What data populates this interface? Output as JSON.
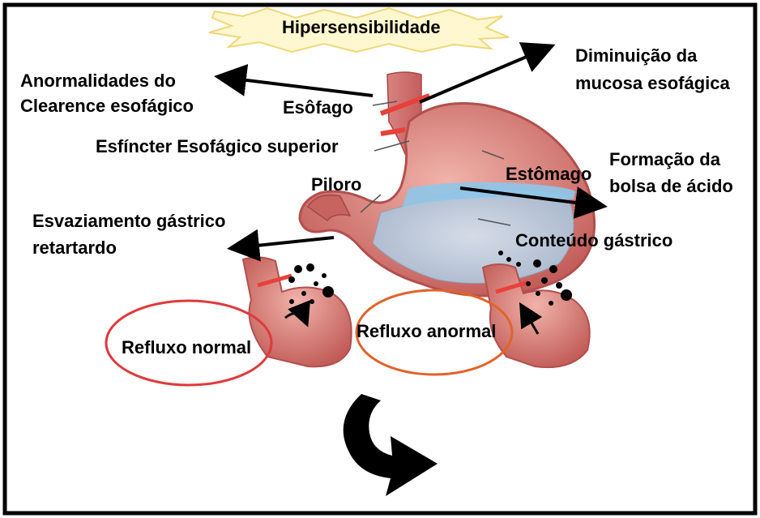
{
  "labels": {
    "hipersensibilidade": "Hipersensibilidade",
    "diminuicao_mucosa": "Diminuição da\nmucosa esofágica",
    "anormalidades_clearence": "Anormalidades do\nClearence esofágico",
    "esofago": "Esôfago",
    "esfincter_superior": "Esfíncter Esofágico superior",
    "estomago": "Estômago",
    "formacao_bolsa": "Formação da\nbolsa de ácido",
    "piloro": "Piloro",
    "esvaziamento_gastrico": "Esvaziamento gástrico\nretartardo",
    "conteudo_gastrico": "Conteúdo gástrico",
    "refluxo_normal": "Refluxo normal",
    "refluxo_anormal": "Refluxo anormal"
  },
  "colors": {
    "border": "#000000",
    "arrow": "#000000",
    "stomach_wall": "#c8625e",
    "stomach_inner": "#e79b93",
    "gastric_content": "#b5c3d6",
    "acid_pocket": "#8fc3e6",
    "ellipse_normal": "#e03a3a",
    "ellipse_anormal": "#e0642a",
    "starburst": "#fff6c8"
  }
}
